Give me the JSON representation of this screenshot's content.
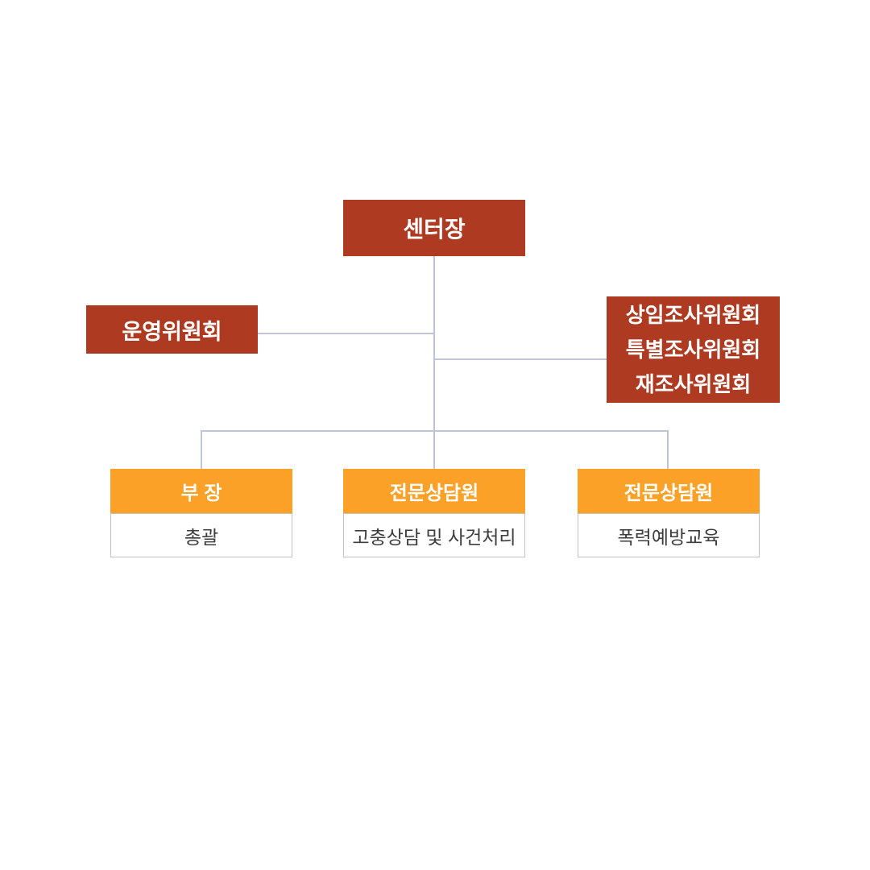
{
  "palette": {
    "brick_red": "#AD3A21",
    "orange": "#FBA127",
    "connector_line": "#BDC6D8",
    "body_border": "#C3C3C3",
    "body_text": "#3D3D3D",
    "header_text": "#FFFFFF"
  },
  "org_chart": {
    "root": {
      "label": "센터장"
    },
    "left_committee": {
      "label": "운영위원회"
    },
    "right_committee": {
      "lines": [
        "상임조사위원회",
        "특별조사위원회",
        "재조사위원회"
      ]
    },
    "children": [
      {
        "title": "부 장",
        "role": "총괄"
      },
      {
        "title": "전문상담원",
        "role": "고충상담 및 사건처리"
      },
      {
        "title": "전문상담원",
        "role": "폭력예방교육"
      }
    ]
  }
}
